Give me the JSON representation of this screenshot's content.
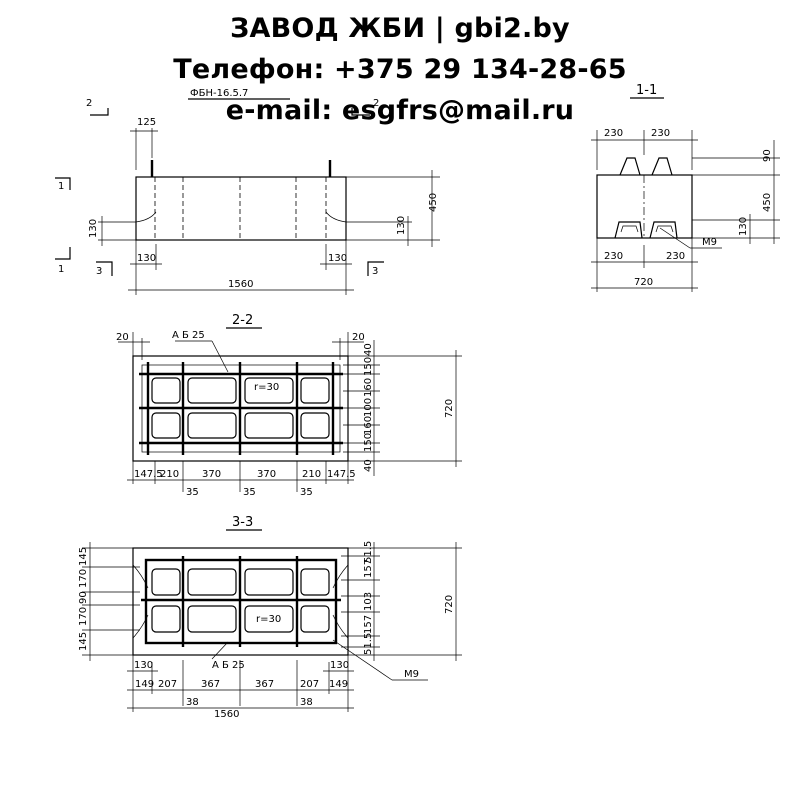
{
  "header": {
    "line1": "ЗАВОД ЖБИ | gbi2.by",
    "line2": "Телефон: +375 29 134-28-65",
    "line3": "e-mail: esgfrs@mail.ru"
  },
  "drawing": {
    "mark": "ФБН-16.5.7",
    "front": {
      "cut_2": "2",
      "cut_1": "1",
      "cut_3": "3",
      "dim_125": "125",
      "dim_130": "130",
      "dim_450": "450",
      "dim_1560": "1560"
    },
    "section_1_1": {
      "title": "1-1",
      "dim_230": "230",
      "dim_90": "90",
      "dim_450": "450",
      "dim_130": "130",
      "dim_720": "720",
      "label_m9": "М9"
    },
    "section_2_2": {
      "title": "2-2",
      "dim_20": "20",
      "label_ab25": "А Б 25",
      "dim_40": "40",
      "dim_150": "150",
      "dim_160": "160",
      "dim_100": "100",
      "dim_720": "720",
      "dim_147_5": "147.5",
      "dim_210": "210",
      "dim_370": "370",
      "dim_35": "35",
      "radius": "r=30"
    },
    "section_3_3": {
      "title": "3-3",
      "dim_145": "145",
      "dim_170": "170",
      "dim_90": "90",
      "dim_720": "720",
      "dim_51_5": "51.5",
      "dim_157": "157",
      "dim_103": "103",
      "dim_130": "130",
      "dim_149": "149",
      "dim_207": "207",
      "dim_367": "367",
      "dim_38": "38",
      "dim_1560": "1560",
      "label_ab25": "А Б 25",
      "label_m9": "М9",
      "radius": "r=30"
    }
  }
}
